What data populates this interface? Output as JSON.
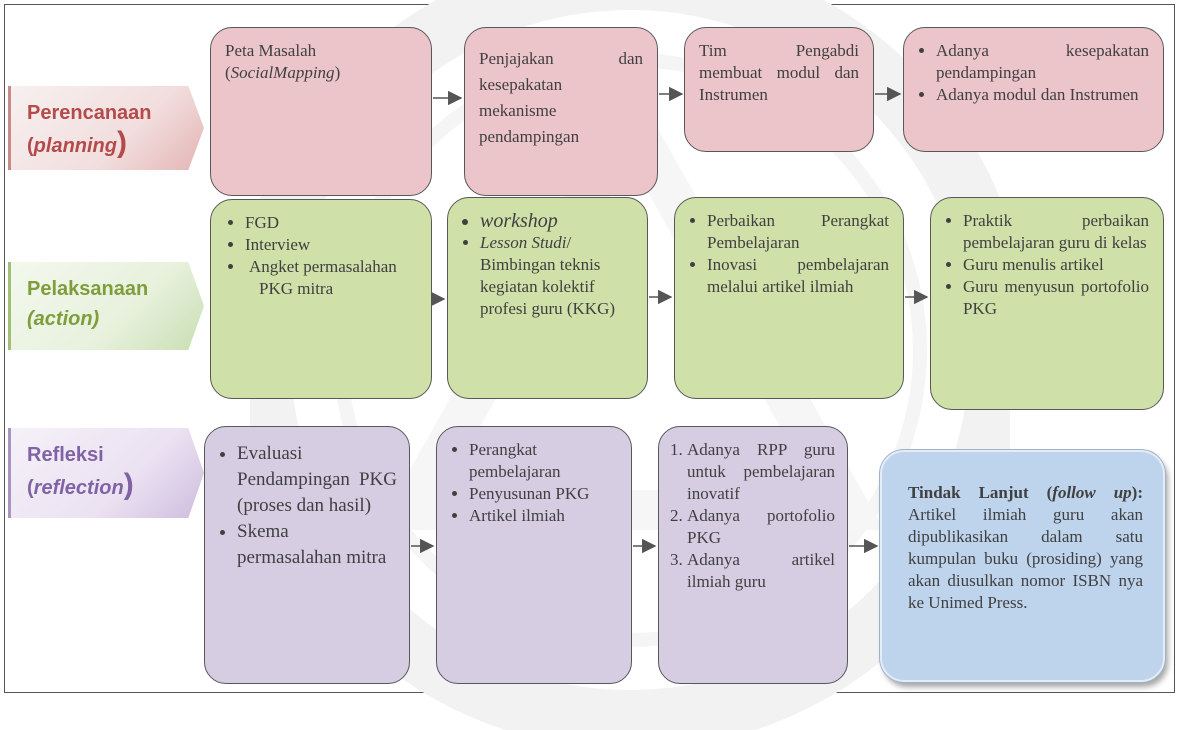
{
  "phases": {
    "planning": {
      "label": "Perencanaan",
      "sub_open": "(",
      "sub_italic": "planning",
      "sub_close": ")"
    },
    "action": {
      "label": "Pelaksanaan",
      "sub": "(action)"
    },
    "reflection": {
      "label": "Refleksi",
      "sub_open": "(",
      "sub_italic": "reflection",
      "sub_close": ")"
    }
  },
  "planning_row": {
    "box1": {
      "line1": "Peta Masalah",
      "open": "(",
      "italic": "SocialMapping",
      "close": ")"
    },
    "box2": {
      "text": "Penjajakan dan kesepakatan mekanisme pendampingan"
    },
    "box3": {
      "text": "Tim Pengabdi membuat modul dan Instrumen"
    },
    "box4": {
      "items": [
        "Adanya kesepakatan pendampingan",
        "Adanya modul dan Instrumen"
      ]
    }
  },
  "action_row": {
    "box1": {
      "items": [
        "FGD",
        "Interview",
        "Angket permasalahan PKG mitra"
      ]
    },
    "box2": {
      "item1": "workshop",
      "item2_italic": "Lesson Studi",
      "item2_rest": "/ Bimbingan teknis kegiatan kolektif profesi guru (KKG)"
    },
    "box3": {
      "items": [
        "Perbaikan Perangkat Pembelajaran",
        "Inovasi pembelajaran melalui artikel ilmiah"
      ]
    },
    "box4": {
      "items": [
        "Praktik perbaikan pembelajaran guru di kelas",
        "Guru menulis artikel",
        "Guru menyusun portofolio PKG"
      ]
    }
  },
  "reflection_row": {
    "box1": {
      "items": [
        "Evaluasi Pendampingan PKG (proses dan hasil)",
        "Skema permasalahan mitra"
      ]
    },
    "box2": {
      "items": [
        "Perangkat pembelajaran",
        "Penyusunan PKG",
        "Artikel ilmiah"
      ]
    },
    "box3": {
      "items": [
        "Adanya RPP guru untuk pembelajaran inovatif",
        "Adanya portofolio PKG",
        "Adanya artikel ilmiah guru"
      ]
    },
    "box4": {
      "bold": "Tindak Lanjut (",
      "bold_italic": "follow up",
      "bold_close": "):",
      "rest": " Artikel ilmiah guru akan dipublikasikan dalam satu kumpulan buku (prosiding) yang akan diusulkan nomor ISBN nya ke Unimed Press."
    }
  },
  "colors": {
    "pink": "#ecc5cb",
    "green": "#cfe0a8",
    "purple": "#d6cde3",
    "blue": "#bed3ec"
  }
}
